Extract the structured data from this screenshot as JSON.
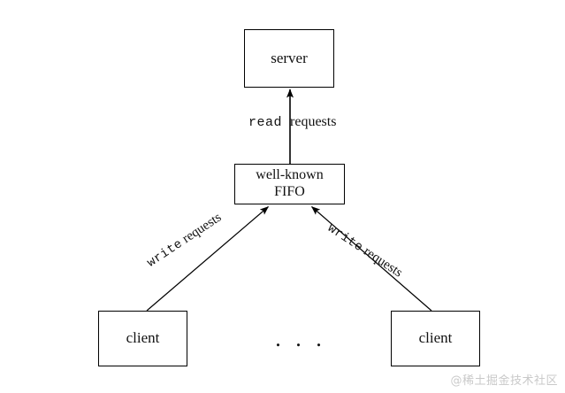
{
  "diagram": {
    "title": "FIFO client-server communication diagram",
    "background_color": "#ffffff",
    "stroke_color": "#000000",
    "text_color": "#111111",
    "nodes": {
      "server": {
        "label": "server"
      },
      "fifo": {
        "label_line1": "well-known",
        "label_line2": "FIFO"
      },
      "client_left": {
        "label": "client"
      },
      "client_right": {
        "label": "client"
      }
    },
    "edges": {
      "read": {
        "word_mono": "read",
        "word_serif": "requests"
      },
      "write_left": {
        "word_mono": "write",
        "word_serif": "requests"
      },
      "write_right": {
        "word_mono": "write",
        "word_serif": "requests"
      }
    },
    "ellipsis": ". . .",
    "watermark": "@稀土掘金技术社区"
  }
}
